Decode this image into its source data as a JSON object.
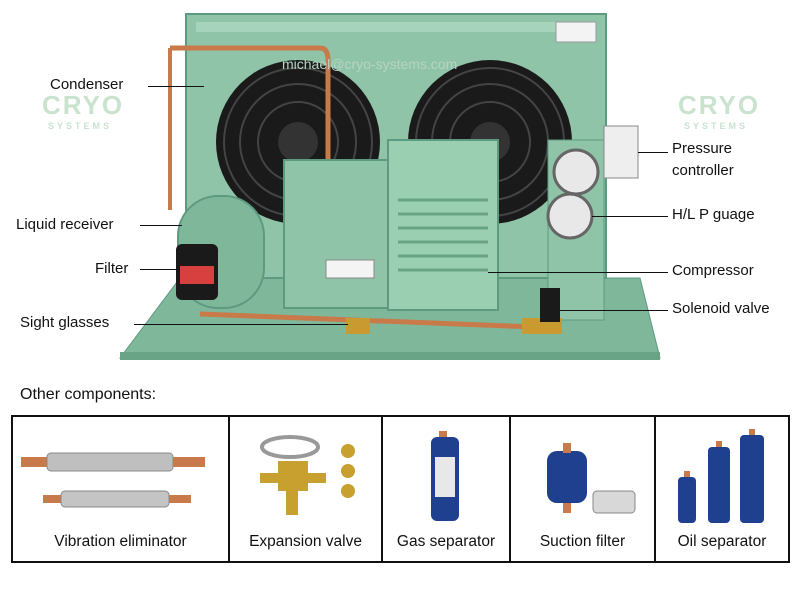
{
  "watermark": {
    "brand": "CRYO",
    "sub": "SYSTEMS",
    "email": "michael@cryo-systems.com"
  },
  "callouts": {
    "condenser": "Condenser",
    "liquid_receiver": "Liquid receiver",
    "filter": "Filter",
    "sight_glasses": "Sight glasses",
    "pressure_controller_line1": "Pressure",
    "pressure_controller_line2": "controller",
    "hl_gauge": "H/L P guage",
    "compressor": "Compressor",
    "solenoid_valve": "Solenoid valve"
  },
  "other_components": {
    "title": "Other components:",
    "items": [
      {
        "label": "Vibration eliminator"
      },
      {
        "label": "Expansion valve"
      },
      {
        "label": "Gas separator"
      },
      {
        "label": "Suction filter"
      },
      {
        "label": "Oil separator"
      }
    ]
  },
  "colors": {
    "unit_green": "#8fc4a8",
    "dark_green": "#5e9a80",
    "copper": "#c87a4a",
    "fan_black": "#1a1a1a",
    "separator_blue": "#1f3f8f"
  }
}
